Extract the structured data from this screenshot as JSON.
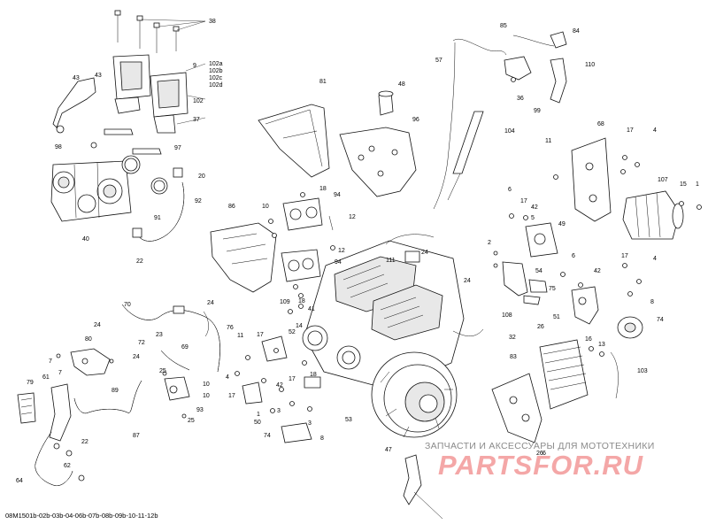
{
  "diagram": {
    "doc_code": "08M1501b-02b-03b-04-06b-07b-08b-09b-10-11-12b",
    "watermark_line1": "ЗАПЧАСТИ И АКСЕССУАРЫ ДЛЯ МОТОТЕХНИКИ",
    "watermark_line2": "PARTSFOR.RU",
    "callouts": {
      "c38": "38",
      "c9": "9",
      "c102a": "102a",
      "c102b": "102b",
      "c102c": "102c",
      "c102d": "102d",
      "c102": "102",
      "c37": "37",
      "c43a": "43",
      "c43b": "43",
      "c97": "97",
      "c98": "98",
      "c20": "20",
      "c92": "92",
      "c91": "91",
      "c40": "40",
      "c22": "22",
      "c81": "81",
      "c48": "48",
      "c96": "96",
      "c57": "57",
      "c85": "85",
      "c84": "84",
      "c110": "110",
      "c36": "36",
      "c99": "99",
      "c104": "104",
      "c68": "68",
      "c11a": "11",
      "c17a": "17",
      "c4a": "4",
      "c107": "107",
      "c15": "15",
      "c1": "1",
      "c6a": "6",
      "c17b": "17",
      "c42a": "42",
      "c5a": "5",
      "c49": "49",
      "c18": "18",
      "c94a": "94",
      "c12a": "12",
      "c86": "86",
      "c10a": "10",
      "c12b": "12",
      "c111": "111",
      "c94b": "94",
      "c109": "109",
      "c18b": "18",
      "c41": "41",
      "c24a": "24",
      "c14": "14",
      "c2": "2",
      "c54": "54",
      "c75": "75",
      "c24b": "24",
      "c108": "108",
      "c32": "32",
      "c6b": "6",
      "c42b": "42",
      "c51": "51",
      "c17c": "17",
      "c4b": "4",
      "c8": "8",
      "c74a": "74",
      "c26": "26",
      "c16": "16",
      "c13": "13",
      "c103": "103",
      "c83": "83",
      "c26b": "26",
      "c6c": "6",
      "c70": "70",
      "c24c": "24",
      "c24d": "24",
      "c76": "76",
      "c80": "80",
      "c72": "72",
      "c23": "23",
      "c69": "69",
      "c24e": "24",
      "c7a": "7",
      "c7b": "7",
      "c25a": "25",
      "c89": "89",
      "c93": "93",
      "c25b": "25",
      "c87": "87",
      "c10b": "10",
      "c10c": "10",
      "c11b": "11",
      "c17d": "17",
      "c4c": "4",
      "c52": "52",
      "c42c": "42",
      "c17e": "17",
      "c18c": "18",
      "c17f": "17",
      "c3a": "3",
      "c1b": "1",
      "c50": "50",
      "c74b": "74",
      "c53": "53",
      "c3b": "3",
      "c8b": "8",
      "c79": "79",
      "c61": "61",
      "c22b": "22",
      "c62": "62",
      "c64": "64",
      "c47": "47"
    }
  }
}
